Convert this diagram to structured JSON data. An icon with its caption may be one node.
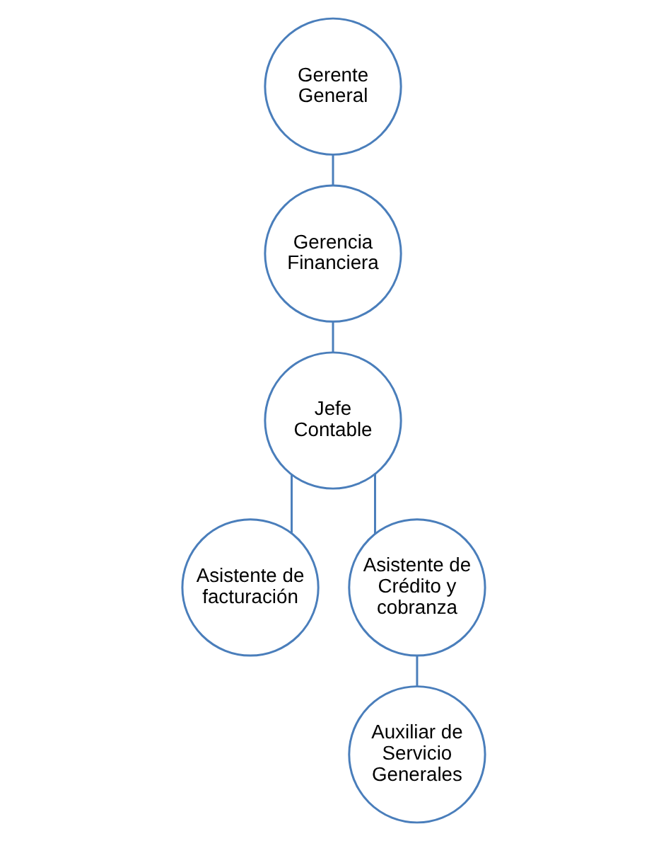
{
  "diagram": {
    "nodes": [
      {
        "text": [
          "Gerente General"
        ]
      },
      {
        "text": [
          "Gerencia Financiera"
        ]
      },
      {
        "text": [
          "Jefe Contable"
        ]
      },
      {
        "text": [
          "Asistente de facturación"
        ]
      },
      {
        "text": [
          "Asistente de Crédito y cobranza"
        ]
      },
      {
        "text": [
          "Auxiliar de Servicio Generales"
        ]
      }
    ],
    "edges": [
      {
        "from": 0,
        "to": 1,
        "arrow": "none"
      },
      {
        "from": 1,
        "to": 2,
        "arrow": "none"
      },
      {
        "from": 2,
        "to": 3,
        "arrow": "none"
      },
      {
        "from": 2,
        "to": 4,
        "arrow": "none"
      },
      {
        "from": 4,
        "to": 5,
        "arrow": "none"
      }
    ]
  }
}
